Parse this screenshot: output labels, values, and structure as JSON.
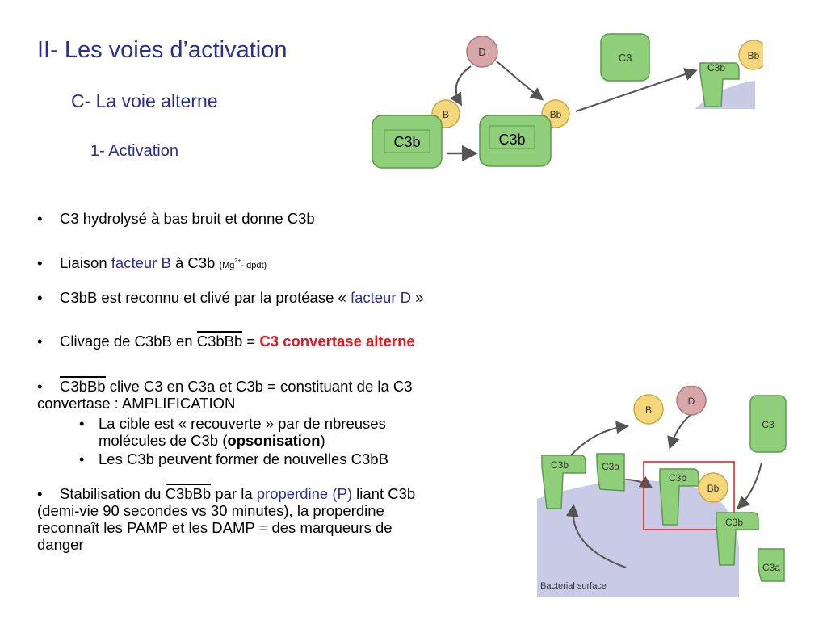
{
  "header": {
    "title": "II- Les voies d’activation",
    "subtitle": "C- La voie alterne",
    "subsubtitle": "1- Activation"
  },
  "bullets": {
    "b1": "C3 hydrolysé à bas bruit et donne C3b",
    "b2_pre": "Liaison ",
    "b2_blue": "facteur B",
    "b2_post": " à C3b ",
    "b2_small_pre": "(Mg",
    "b2_sup": "2+",
    "b2_small_post": "- dpdt)",
    "b3_pre": "C3bB est reconnu et clivé par la protéase « ",
    "b3_blue": "facteur D",
    "b3_post": " »",
    "b4_pre": "Clivage de C3bB  en ",
    "b4_mid": "C3bBb",
    "b4_eq": " = ",
    "b4_red": "C3 convertase alterne",
    "b5_mid": "C3bBb",
    "b5_rest": " clive C3 en C3a et C3b = constituant de la C3",
    "b5_line2": "convertase : AMPLIFICATION",
    "b5_sub1_pre": "La cible est « recouverte » par de nbreuses",
    "b5_sub1_line2_pre": "molécules de C3b (",
    "b5_sub1_bold": "opsonisation",
    "b5_sub1_line2_post": ")",
    "b5_sub2": "Les C3b peuvent former de nouvelles C3bB",
    "b6_pre": "Stabilisation du ",
    "b6_mid": "C3bBb",
    "b6_post1": " par la ",
    "b6_blue": "properdine (P)",
    "b6_post2": " liant C3b",
    "b6_line2": "(demi-vie 90 secondes vs 30 minutes), la properdine",
    "b6_line3": "reconnaît les PAMP et les DAMP = des marqueurs de",
    "b6_line4": "danger"
  },
  "bullet_symbol": "•",
  "diagram_top": {
    "d_label": "D",
    "b_label": "B",
    "bb_label": "Bb",
    "c3_label": "C3",
    "c3b_box1": "C3b",
    "c3b_box2": "C3b",
    "c3b_surface": "C3b",
    "bb_surface": "Bb"
  },
  "diagram_bottom": {
    "b_label": "B",
    "d_label": "D",
    "c3_label": "C3",
    "c3b_left": "C3b",
    "c3a_top": "C3a",
    "c3b_center": "C3b",
    "bb_center": "Bb",
    "c3b_right": "C3b",
    "c3a_bottom": "C3a",
    "surface_label": "Bacterial surface"
  },
  "colors": {
    "title_blue": "#2b2f8f",
    "highlight_red": "#e8151b",
    "protein_green": "#8fcf7a",
    "factor_yellow": "#f4d77a",
    "factor_d_pink": "#d7a6a8",
    "membrane": "#c9cbe6"
  }
}
